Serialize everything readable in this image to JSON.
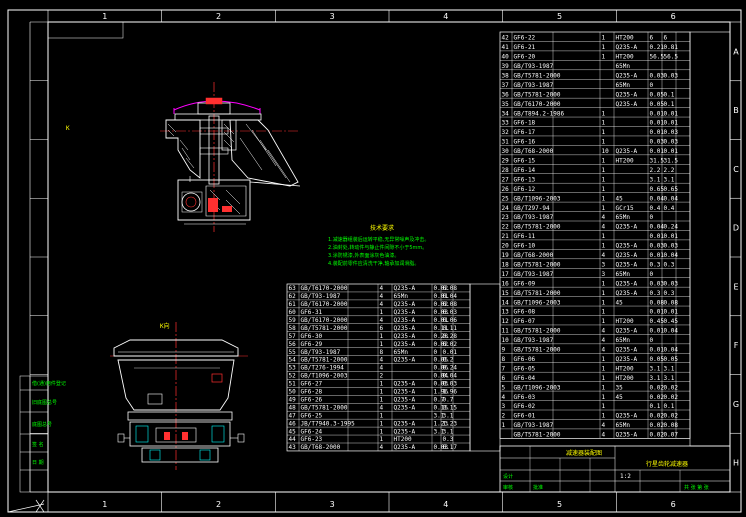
{
  "drawing": {
    "zone_cols": [
      "1",
      "2",
      "3",
      "4",
      "5",
      "6"
    ],
    "zone_rows": [
      "A",
      "B",
      "C",
      "D",
      "E",
      "F",
      "G",
      "H"
    ],
    "view_label_top": "K",
    "view_label_bottom": "K向"
  },
  "tech_requirements": {
    "title": "技术要求",
    "lines": [
      "1.减速器组装后运转平稳,无异常噪声及冲击。",
      "2.油封处,转动件与静止件间隙不小于5mm。",
      "3.涂防锈漆,外表面涂灰色油漆。",
      "4.装配前零件应清洗干净,轴承加润滑脂。"
    ]
  },
  "right_bom": [
    [
      "42",
      "GF6-22",
      "",
      "1",
      "HT200",
      "6",
      "6"
    ],
    [
      "41",
      "GF6-21",
      "",
      "1",
      "Q235-A",
      "0.21",
      "0.81"
    ],
    [
      "40",
      "GF6-20",
      "",
      "1",
      "HT200",
      "56.5",
      "56.5"
    ],
    [
      "39",
      "GB/T93-1987",
      "",
      "",
      "65Mn",
      "",
      ""
    ],
    [
      "38",
      "GB/T5781-2000",
      "",
      "",
      "Q235-A",
      "0.03",
      "0.03"
    ],
    [
      "37",
      "GB/T93-1987",
      "",
      "",
      "65Mn",
      "0",
      ""
    ],
    [
      "36",
      "GB/T5781-2000",
      "",
      "",
      "Q235-A",
      "0.05",
      "0.1"
    ],
    [
      "35",
      "GB/T6170-2000",
      "",
      "",
      "Q235-A",
      "0.05",
      "0.1"
    ],
    [
      "34",
      "GB/T894.2-1986",
      "",
      "1",
      "",
      "0.01",
      "0.01"
    ],
    [
      "33",
      "GF6-18",
      "",
      "1",
      "",
      "0.01",
      "0.01"
    ],
    [
      "32",
      "GF6-17",
      "",
      "1",
      "",
      "0.01",
      "0.03"
    ],
    [
      "31",
      "GF6-16",
      "",
      "1",
      "",
      "0.03",
      "0.03"
    ],
    [
      "30",
      "GB/T68-2000",
      "",
      "10",
      "Q235-A",
      "0.01",
      "0.01"
    ],
    [
      "29",
      "GF6-15",
      "",
      "1",
      "HT200",
      "31.5",
      "31.5"
    ],
    [
      "28",
      "GF6-14",
      "",
      "1",
      "",
      "2.2",
      "2.2"
    ],
    [
      "27",
      "GF6-13",
      "",
      "1",
      "",
      "3.1",
      "3.1"
    ],
    [
      "26",
      "GF6-12",
      "",
      "1",
      "",
      "0.65",
      "0.65"
    ],
    [
      "25",
      "GB/T1096-2003",
      "",
      "1",
      "45",
      "0.04",
      "0.04"
    ],
    [
      "24",
      "GB/T297-94",
      "",
      "1",
      "GCr15",
      "0.4",
      "0.4"
    ],
    [
      "23",
      "GB/T93-1987",
      "",
      "4",
      "65Mn",
      "0",
      ""
    ],
    [
      "22",
      "GB/T5781-2000",
      "",
      "4",
      "Q235-A",
      "0.04",
      "0.24"
    ],
    [
      "21",
      "GF6-11",
      "",
      "1",
      "",
      "0.01",
      "0.01"
    ],
    [
      "20",
      "GF6-10",
      "",
      "1",
      "Q235-A",
      "0.03",
      "0.03"
    ],
    [
      "19",
      "GB/T68-2000",
      "",
      "4",
      "Q235-A",
      "0.01",
      "0.04"
    ],
    [
      "18",
      "GB/T5781-2000",
      "",
      "3",
      "Q235-A",
      "0.3",
      "0.3"
    ],
    [
      "17",
      "GB/T93-1987",
      "",
      "3",
      "65Mn",
      "0",
      ""
    ],
    [
      "16",
      "GF6-09",
      "",
      "1",
      "Q235-A",
      "0.03",
      "0.03"
    ],
    [
      "15",
      "GB/T5781-2000",
      "",
      "1",
      "Q235-A",
      "0.3",
      "0.3"
    ],
    [
      "14",
      "GB/T1096-2003",
      "",
      "1",
      "45",
      "0.08",
      "0.08"
    ],
    [
      "13",
      "GF6-08",
      "",
      "1",
      "",
      "0.01",
      "0.01"
    ],
    [
      "12",
      "GF6-07",
      "",
      "1",
      "HT200",
      "0.45",
      "0.45"
    ],
    [
      "11",
      "GB/T5781-2000",
      "",
      "4",
      "Q235-A",
      "0.01",
      "0.04"
    ],
    [
      "10",
      "GB/T93-1987",
      "",
      "4",
      "65Mn",
      "0",
      ""
    ],
    [
      "9",
      "GB/T5781-2000",
      "",
      "4",
      "Q235-A",
      "0.01",
      "0.04"
    ],
    [
      "8",
      "GF6-06",
      "",
      "1",
      "Q235-A",
      "0.05",
      "0.05"
    ],
    [
      "7",
      "GF6-05",
      "",
      "1",
      "HT200",
      "3.1",
      "3.1"
    ],
    [
      "6",
      "GF6-04",
      "",
      "1",
      "HT200",
      "3.1",
      "3.1"
    ],
    [
      "5",
      "GB/T1096-2003",
      "",
      "1",
      "35",
      "0.02",
      "0.02"
    ],
    [
      "4",
      "GF6-03",
      "",
      "1",
      "45",
      "0.02",
      "0.02"
    ],
    [
      "3",
      "GF6-02",
      "",
      "1",
      "",
      "0.1",
      "0.1"
    ],
    [
      "2",
      "GF6-01",
      "",
      "1",
      "Q235-A",
      "0.02",
      "0.02"
    ],
    [
      "1",
      "GB/T93-1987",
      "",
      "4",
      "65Mn",
      "0.02",
      "0.08"
    ],
    [
      "",
      "GB/T5781-2000",
      "",
      "4",
      "Q235-A",
      "0.02",
      "0.07"
    ]
  ],
  "left_bom": [
    [
      "63",
      "GB/T6170-2000",
      "",
      "4",
      "Q235-A",
      "0.02",
      "0.08"
    ],
    [
      "62",
      "GB/T93-1987",
      "",
      "4",
      "65Mn",
      "0.01",
      "0.04"
    ],
    [
      "61",
      "GB/T6170-2000",
      "",
      "4",
      "Q235-A",
      "0.02",
      "0.08"
    ],
    [
      "60",
      "GF6-31",
      "",
      "1",
      "Q235-A",
      "0.03",
      "0.03"
    ],
    [
      "59",
      "GB/T6170-2000",
      "",
      "4",
      "Q235-A",
      "0.01",
      "0.06"
    ],
    [
      "58",
      "GB/T5781-2000",
      "",
      "6",
      "Q235-A",
      "0.11",
      "0.11"
    ],
    [
      "57",
      "GF6-30",
      "",
      "1",
      "Q235-A",
      "0.28",
      "0.28"
    ],
    [
      "56",
      "GF6-29",
      "",
      "1",
      "Q235-A",
      "0.02",
      "0.02"
    ],
    [
      "55",
      "GB/T93-1987",
      "",
      "8",
      "65Mn",
      "0",
      "0.01"
    ],
    [
      "54",
      "GB/T5781-2000",
      "",
      "4",
      "Q235-A",
      "0.05",
      "0.2"
    ],
    [
      "53",
      "GB/T276-1994",
      "",
      "4",
      "",
      "0.06",
      "0.24"
    ],
    [
      "52",
      "GB/T1096-2003",
      "",
      "2",
      "",
      "0.04",
      "0.04"
    ],
    [
      "51",
      "GF6-27",
      "",
      "1",
      "Q235-A",
      "0.03",
      "0.03"
    ],
    [
      "50",
      "GF6-28",
      "",
      "1",
      "Q235-A",
      "1.96",
      "1.96"
    ],
    [
      "49",
      "GF6-26",
      "",
      "1",
      "Q235-A",
      "0.7",
      "0.7"
    ],
    [
      "48",
      "GB/T5781-2000",
      "",
      "4",
      "Q235-A",
      "0.15",
      "0.15"
    ],
    [
      "47",
      "GF6-25",
      "",
      "1",
      "",
      "3.1",
      "3.1"
    ],
    [
      "46",
      "JB/T7940.3-1995",
      "",
      "1",
      "Q235-A",
      "1.23",
      "1.23"
    ],
    [
      "45",
      "GF6-24",
      "",
      "1",
      "Q235-A",
      "3.1",
      "3.1"
    ],
    [
      "44",
      "GF6-23",
      "",
      "1",
      "HT200",
      "",
      "0.3"
    ],
    [
      "43",
      "GB/T68-2000",
      "",
      "4",
      "Q235-A",
      "0.03",
      "0.17"
    ]
  ],
  "title_block": {
    "name": "减速器装配图",
    "drawing_name": "行星齿轮减速器",
    "scale": "1:2",
    "sheet": "共 张 第 张",
    "designer": "设计",
    "checker": "审核",
    "approver": "批准"
  },
  "side_labels": [
    "借(通)用件登记",
    "旧底图总号",
    "底图总号",
    "签 名",
    "日 期"
  ]
}
